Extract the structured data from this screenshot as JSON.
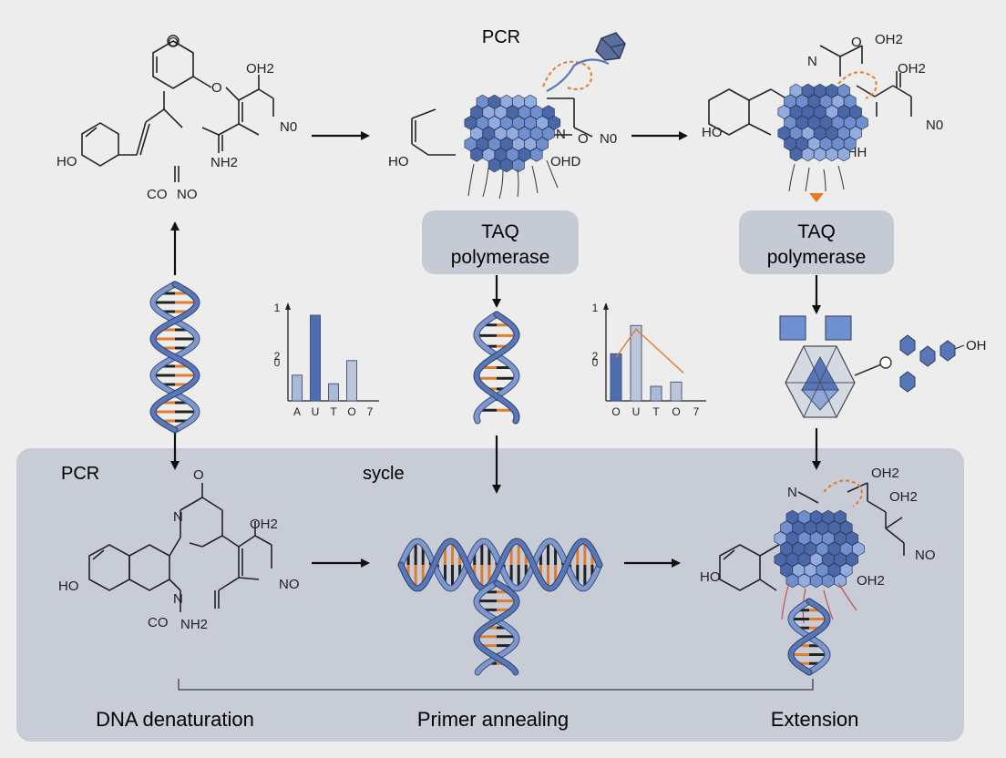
{
  "title_top": "PCR",
  "panel_title": "PCR",
  "panel_subtitle": "sycle",
  "steps": {
    "denaturation": "DNA denaturation",
    "annealing": "Primer annealing",
    "extension": "Extension"
  },
  "enzyme_boxes": [
    {
      "line1": "TAQ",
      "line2": "polymerase"
    },
    {
      "line1": "TAQ",
      "line2": "polymerase"
    }
  ],
  "chem_labels": {
    "m1": {
      "o_top": "O",
      "oh2": "OH2",
      "nh2": "NH2",
      "no": "N0",
      "ho": "HO",
      "co": "CO",
      "n_no": "NO",
      "o_small": "O"
    },
    "m2": {
      "ho": "HO",
      "n": "N",
      "o": "O",
      "no": "N0",
      "ohd": "OHD"
    },
    "m3": {
      "o": "O",
      "oh2": "OH2",
      "n": "N",
      "ho": "HO",
      "no": "N0",
      "oh": "OH2",
      "ohh": "OHH"
    },
    "m4": {
      "o": "O",
      "oh2": "OH2",
      "n": "N",
      "ho": "HO",
      "no": "NO",
      "co": "CO",
      "nh2": "NH2"
    },
    "m5": {
      "oh2": "OH2",
      "oh2b": "OH2",
      "n": "N",
      "ho": "HO",
      "no": "NO",
      "oh2c": "OH2"
    },
    "hex_oh": "OH"
  },
  "chart_data": [
    {
      "type": "bar",
      "categories": [
        "A",
        "U",
        "T",
        "O",
        "7"
      ],
      "values": [
        0.3,
        1.0,
        0.2,
        0.47,
        0
      ],
      "y_ticks": [
        "1",
        "2",
        "0"
      ],
      "colors": [
        "#a9b9d6",
        "#4e6db0",
        "#a9b9d6",
        "#bcc6d6",
        "#bcc6d6"
      ]
    },
    {
      "type": "bar",
      "categories": [
        "O",
        "U",
        "T",
        "O",
        "7"
      ],
      "values": [
        0.55,
        0.88,
        0.17,
        0.22,
        0
      ],
      "y_ticks": [
        "1",
        "2",
        "0"
      ],
      "colors": [
        "#4e6db0",
        "#bcc6d6",
        "#a9b9d6",
        "#bcc6d6",
        "#bcc6d6"
      ],
      "trend_line": true
    }
  ],
  "colors": {
    "background": "#ededee",
    "panel": "#c7ccd6",
    "box": "#c5cad5",
    "dna_blue": "#5877b8",
    "dna_orange": "#e07d2c",
    "bead": "#6f8fcf",
    "bead_dark": "#4a68a8",
    "arrow_orange": "#e8792a"
  }
}
